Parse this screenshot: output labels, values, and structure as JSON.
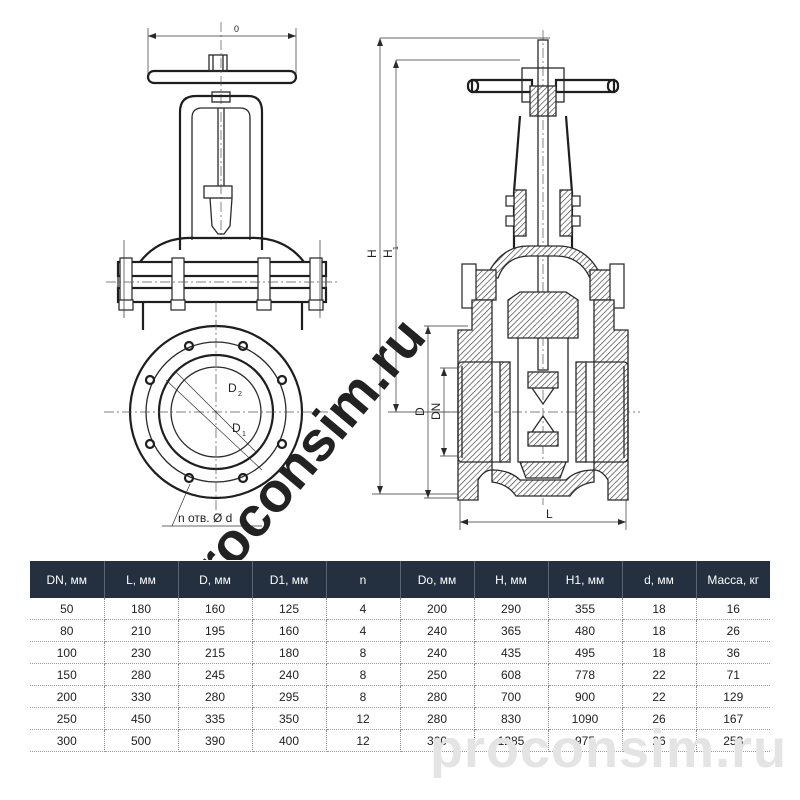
{
  "drawing": {
    "front_view": {
      "label_d0": "0",
      "label_d2": "D",
      "label_d2_sub": "2",
      "label_d1": "D",
      "label_d1_sub": "1",
      "holes_label": "n отв. Ø d"
    },
    "section_view": {
      "label_h": "H",
      "label_h1": "H",
      "label_h1_sub": "1",
      "label_d": "D",
      "label_dn": "DN",
      "label_l": "L"
    },
    "watermark": "proconsim.ru"
  },
  "table": {
    "headers": [
      "DN, мм",
      "L, мм",
      "D, мм",
      "D1, мм",
      "n",
      "Do, мм",
      "H, мм",
      "H1, мм",
      "d, мм",
      "Масса, кг"
    ],
    "rows": [
      [
        "50",
        "180",
        "160",
        "125",
        "4",
        "200",
        "290",
        "355",
        "18",
        "16"
      ],
      [
        "80",
        "210",
        "195",
        "160",
        "4",
        "240",
        "365",
        "480",
        "18",
        "26"
      ],
      [
        "100",
        "230",
        "215",
        "180",
        "8",
        "240",
        "435",
        "495",
        "18",
        "36"
      ],
      [
        "150",
        "280",
        "245",
        "240",
        "8",
        "250",
        "608",
        "778",
        "22",
        "71"
      ],
      [
        "200",
        "330",
        "280",
        "295",
        "8",
        "280",
        "700",
        "900",
        "22",
        "129"
      ],
      [
        "250",
        "450",
        "335",
        "350",
        "12",
        "280",
        "830",
        "1090",
        "26",
        "167"
      ],
      [
        "300",
        "500",
        "390",
        "400",
        "12",
        "360",
        "1285",
        "975",
        "26",
        "253"
      ]
    ]
  },
  "table_watermark": "proconsim.ru"
}
